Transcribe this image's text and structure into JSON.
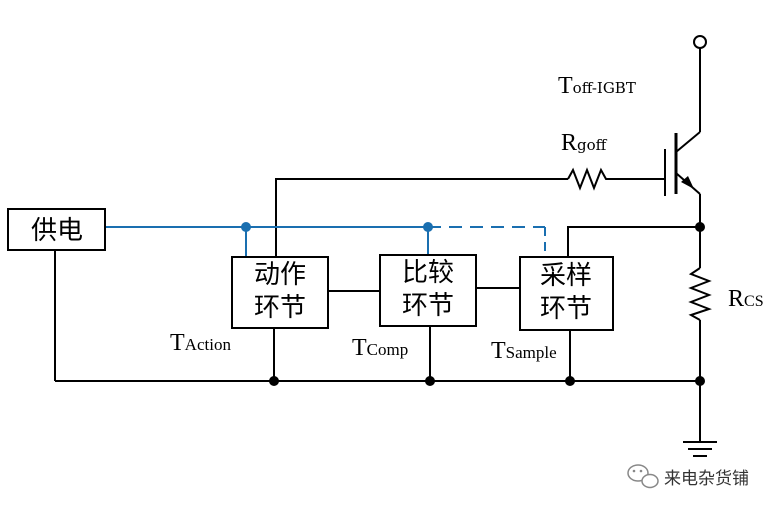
{
  "blocks": {
    "power": "供电",
    "action_line1": "动作",
    "action_line2": "环节",
    "compare_line1": "比较",
    "compare_line2": "环节",
    "sample_line1": "采样",
    "sample_line2": "环节"
  },
  "labels": {
    "t_action": {
      "main": "T",
      "sub": "Action"
    },
    "t_comp": {
      "main": "T",
      "sub": "Comp"
    },
    "t_sample": {
      "main": "T",
      "sub": "Sample"
    },
    "t_off_igbt": {
      "main": "T",
      "sub": "off-IGBT"
    },
    "r_goff": {
      "main": "R",
      "sub": "goff"
    },
    "r_cs": {
      "main": "R",
      "sub": "CS"
    }
  },
  "watermark": "来电杂货铺",
  "colors": {
    "wire": "#000000",
    "supply_wire": "#1a6fb0"
  },
  "icons": [
    "wechat-icon",
    "ground-icon",
    "igbt-icon",
    "resistor-icon"
  ]
}
